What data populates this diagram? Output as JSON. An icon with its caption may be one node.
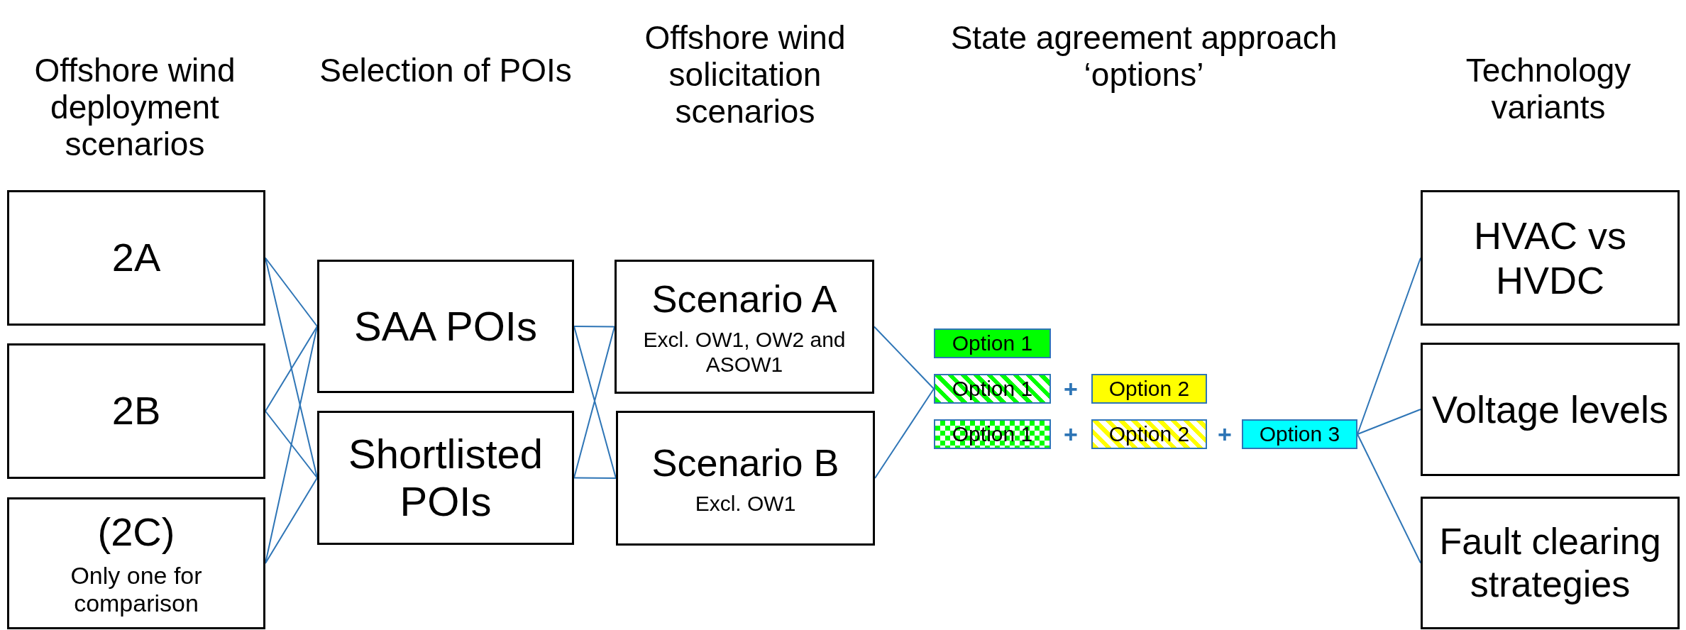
{
  "diagram": {
    "nodes": [
      {
        "text": [
          "2A"
        ]
      },
      {
        "text": [
          "2B"
        ]
      },
      {
        "text": [
          "(2C)",
          "Only one for comparison"
        ]
      },
      {
        "text": [
          "SAA POIs"
        ]
      },
      {
        "text": [
          "Shortlisted POIs"
        ]
      },
      {
        "text": [
          "Scenario A",
          "Excl. OW1, OW2 and ASOW1"
        ]
      },
      {
        "text": [
          "Scenario B",
          "Excl. OW1"
        ]
      },
      {
        "text": [
          "Option 1"
        ]
      },
      {
        "text": [
          "Option 1"
        ]
      },
      {
        "text": [
          "Option 2"
        ]
      },
      {
        "text": [
          "Option 1"
        ]
      },
      {
        "text": [
          "Option 2"
        ]
      },
      {
        "text": [
          "Option 3"
        ]
      },
      {
        "text": [
          "HVAC vs HVDC"
        ]
      },
      {
        "text": [
          "Voltage levels"
        ]
      },
      {
        "text": [
          "Fault clearing strategies"
        ]
      }
    ],
    "edges": [
      {
        "from": 0,
        "to": 3,
        "arrow": "none"
      },
      {
        "from": 0,
        "to": 4,
        "arrow": "none"
      },
      {
        "from": 1,
        "to": 3,
        "arrow": "none"
      },
      {
        "from": 1,
        "to": 4,
        "arrow": "none"
      },
      {
        "from": 2,
        "to": 3,
        "arrow": "none"
      },
      {
        "from": 2,
        "to": 4,
        "arrow": "none"
      },
      {
        "from": 3,
        "to": 5,
        "arrow": "none"
      },
      {
        "from": 3,
        "to": 6,
        "arrow": "none"
      },
      {
        "from": 4,
        "to": 5,
        "arrow": "none"
      },
      {
        "from": 4,
        "to": 6,
        "arrow": "none"
      },
      {
        "from": 5,
        "to": 8,
        "arrow": "none"
      },
      {
        "from": 6,
        "to": 8,
        "arrow": "none"
      },
      {
        "from": 12,
        "to": 13,
        "arrow": "none"
      },
      {
        "from": 12,
        "to": 14,
        "arrow": "none"
      },
      {
        "from": 12,
        "to": 15,
        "arrow": "none"
      }
    ],
    "labels": [
      "Offshore wind deployment scenarios",
      "Selection of POIs",
      "Offshore wind solicitation scenarios",
      "State agreement approach ‘options’",
      "Technology variants",
      "+",
      "+",
      "+"
    ]
  }
}
